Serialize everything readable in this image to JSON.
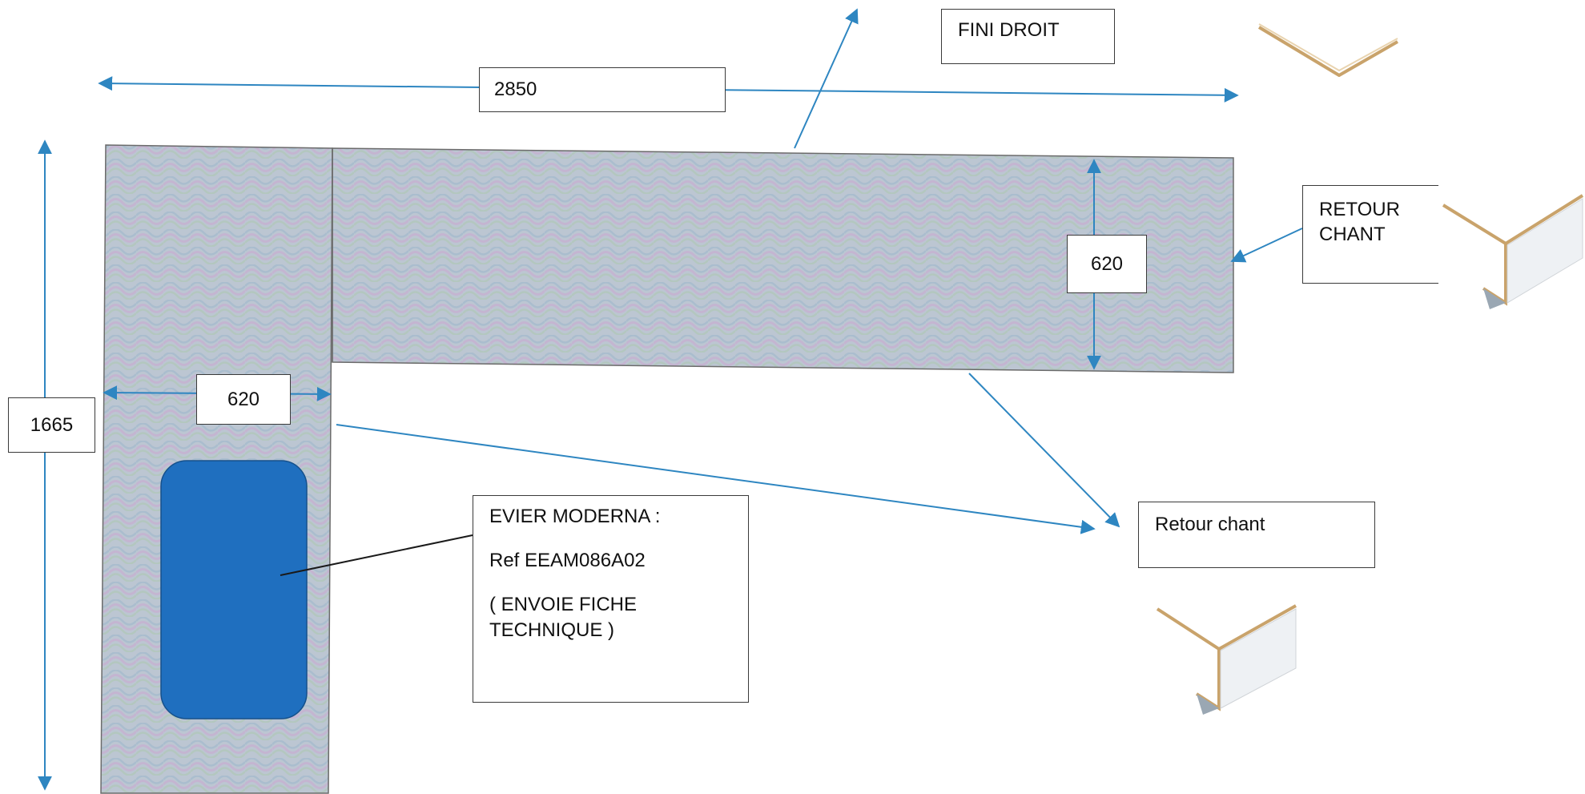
{
  "dimensions": {
    "total_length": "2850",
    "total_depth": "1665",
    "top_depth": "620",
    "left_width": "620"
  },
  "labels": {
    "fini_droit": "FINI DROIT",
    "retour_chant_top_line1": "RETOUR",
    "retour_chant_top_line2": "CHANT",
    "retour_chant_low": "Retour chant"
  },
  "sink": {
    "title": "EVIER MODERNA :",
    "ref": "Ref EEAM086A02",
    "note_line1": "( ENVOIE FICHE",
    "note_line2": "TECHNIQUE )"
  },
  "colors": {
    "arrow": "#2e86c1",
    "sink": "#1f6fbf",
    "worktop_base": "#b9c4cf",
    "edge_profile": "#c9a36b"
  },
  "icons": [
    "edge-profile-flat-icon",
    "edge-profile-return-icon",
    "edge-profile-return-icon"
  ]
}
